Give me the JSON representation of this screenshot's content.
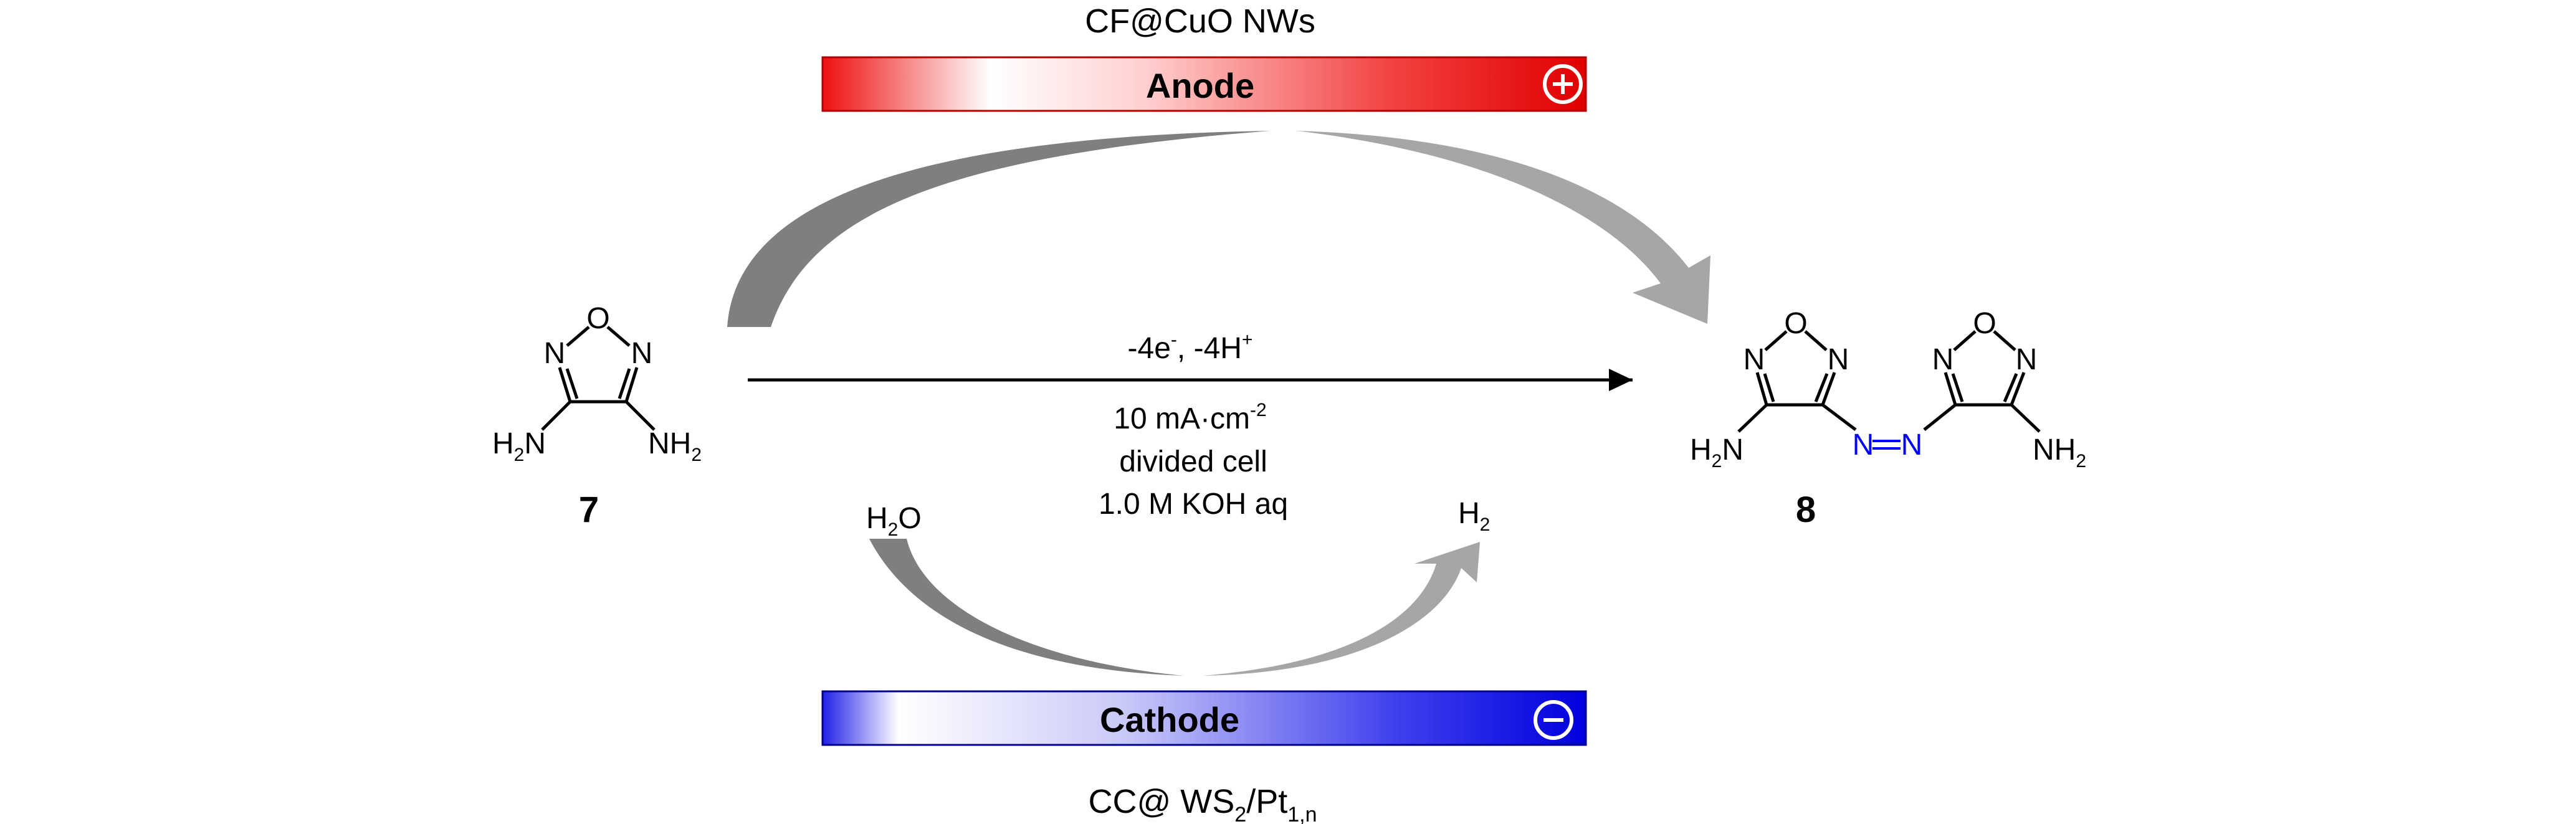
{
  "anode": {
    "catalyst": "CF@CuO NWs",
    "label": "Anode",
    "sign": "+",
    "color": "#ff0000"
  },
  "cathode": {
    "catalyst_base": "CC@ WS",
    "catalyst_sub1": "2",
    "catalyst_mid": "/Pt",
    "catalyst_sub2": "1,n",
    "label": "Cathode",
    "sign": "−",
    "color": "#0000ff"
  },
  "reaction": {
    "electrons": "-4e",
    "electrons_sup": "-",
    "protons": ", -4H",
    "protons_sup": "+",
    "current": "10 mA·cm",
    "current_sup": "-2",
    "cell": "divided cell",
    "electrolyte": "1.0 M KOH aq"
  },
  "water": {
    "base": "H",
    "sub": "2",
    "tail": "O"
  },
  "hydrogen": {
    "base": "H",
    "sub": "2"
  },
  "reactant": {
    "number": "7",
    "ring_o": "O",
    "ring_n_left": "N",
    "ring_n_right": "N",
    "amine_left": "H",
    "amine_left_sub": "2",
    "amine_left_tail": "N",
    "amine_right": "NH",
    "amine_right_sub": "2"
  },
  "product": {
    "number": "8",
    "ring1_o": "O",
    "ring1_n_left": "N",
    "ring1_n_right": "N",
    "ring2_o": "O",
    "ring2_n_left": "N",
    "ring2_n_right": "N",
    "azo_n1": "N",
    "azo_n2": "N",
    "amine_left": "H",
    "amine_left_sub": "2",
    "amine_left_tail": "N",
    "amine_right": "NH",
    "amine_right_sub": "2",
    "azo_color": "#0000ff"
  }
}
